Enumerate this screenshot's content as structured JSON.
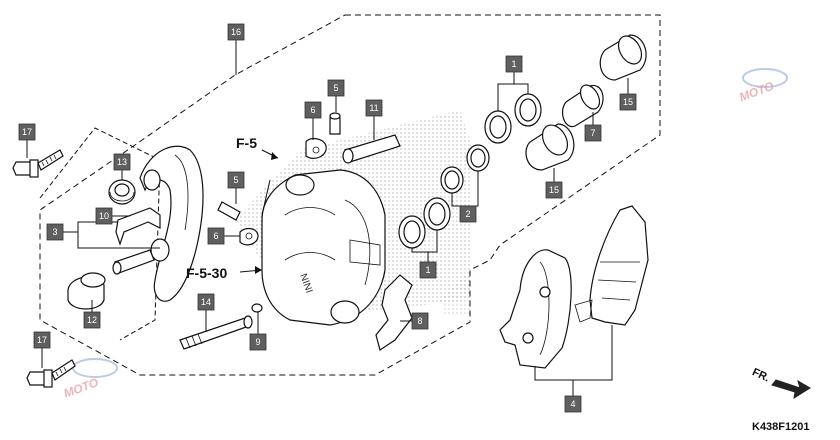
{
  "diagram": {
    "code": "K438F1201",
    "front_label": "FR.",
    "refs": [
      "F-5",
      "F-5-30"
    ],
    "watermark": "MOTO",
    "callouts": [
      "1",
      "2",
      "3",
      "4",
      "5",
      "6",
      "7",
      "8",
      "9",
      "10",
      "11",
      "12",
      "13",
      "14",
      "15",
      "16",
      "17"
    ]
  }
}
